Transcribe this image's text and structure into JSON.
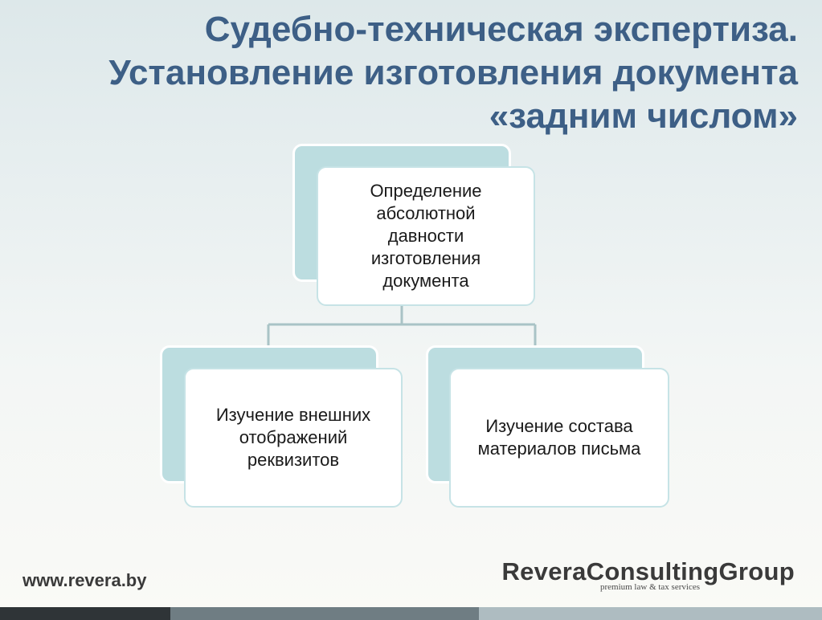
{
  "title": {
    "line1": "Судебно-техническая экспертиза.",
    "line2": "Установление изготовления документа",
    "line3": "«задним числом»"
  },
  "diagram": {
    "root": {
      "text": "Определение\nабсолютной\nдавности\nизготовления\nдокумента"
    },
    "children": [
      {
        "text": "Изучение внешних\nотображений\nреквизитов"
      },
      {
        "text": "Изучение состава\nматериалов письма"
      }
    ]
  },
  "footer": {
    "url": "www.revera.by",
    "logo": "ReveraConsultingGroup",
    "tagline": "premium law & tax services"
  },
  "colors": {
    "title": "#3d5f86",
    "node_back": "#bcdde0",
    "node_border": "#c6e3e6",
    "connector": "#a9c3c6"
  }
}
